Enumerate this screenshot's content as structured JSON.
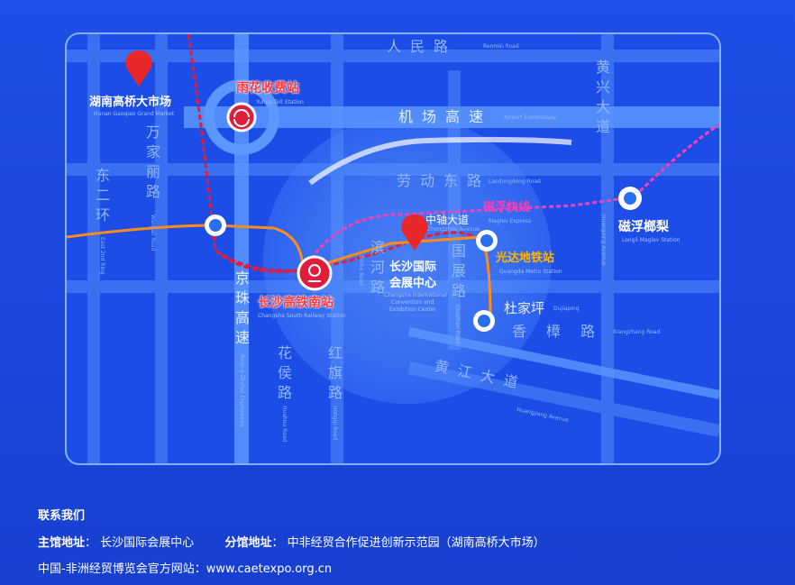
{
  "map": {
    "roads": {
      "renmin": {
        "cn": "人民路",
        "en": "Renmin Road"
      },
      "airport": {
        "cn": "机场高速",
        "en": "Airport Expressway"
      },
      "laodong": {
        "cn": "劳动东路",
        "en": "Laodongdong Road"
      },
      "wanjiali": {
        "cn": "万家丽路",
        "en": "Wanjiali Road"
      },
      "east2": {
        "cn": "东二环",
        "en": "East 2nd Ring"
      },
      "zhongzhou": {
        "cn": "中轴大道",
        "en": "Zhongzhou Avenue"
      },
      "maglev_express": {
        "cn": "磁浮快线",
        "en": "Maglev Express"
      },
      "huangxing": {
        "cn": "黄兴大道",
        "en": "Huangxing Avenue"
      },
      "jingzhu": {
        "cn": "京珠高速",
        "en": "Beijing-Zhuhai Expressway"
      },
      "binhe": {
        "cn": "滨河路",
        "en": "Binhe Road"
      },
      "guozhan": {
        "cn": "国展路",
        "en": "Guozhan Road"
      },
      "dujiaping": {
        "cn": "杜家坪",
        "en": "Dujiaping"
      },
      "xiangzhang": {
        "cn": "香樟路",
        "en": "Xiangzhang Road"
      },
      "huahou": {
        "cn": "花侯路",
        "en": "Huahou Road"
      },
      "hongqi": {
        "cn": "红旗路",
        "en": "Hongqi Road"
      },
      "huangjiang": {
        "cn": "黄江大道",
        "en": "Huangjiang Avenue"
      }
    },
    "pois": {
      "gaoqiao": {
        "cn": "湖南高桥大市场",
        "en": "Hunan Gaoqiao Grand Market"
      },
      "yuhua_toll": {
        "cn": "雨花收费站",
        "en": "Yuhua Toll Station"
      },
      "south_station": {
        "cn": "长沙高铁南站",
        "en": "Changsha South Railway Station"
      },
      "expo_center_l1": {
        "cn": "长沙国际",
        "en": "Changsha International"
      },
      "expo_center_l2": {
        "cn": "会展中心",
        "en_l2": "Convention and",
        "en_l3": "Exhibition Center"
      },
      "guangda_metro": {
        "cn": "光达地铁站",
        "en": "Guangda Metro Station"
      },
      "longli_maglev": {
        "cn": "磁浮榔梨",
        "en": "Longli Maglev Station"
      }
    }
  },
  "footer": {
    "contact_title": "联系我们",
    "main_hall_label": "主馆地址",
    "main_hall_value": "长沙国际会展中心",
    "branch_label": "分馆地址",
    "branch_value": "中非经贸合作促进创新示范园（湖南高桥大市场）",
    "website_line": "中国-非洲经贸博览会官方网站：www.caetexpo.org.cn"
  },
  "colors": {
    "background": "#1a46dc",
    "road": "#3d75ff",
    "maglev": "#ff3cb4",
    "metro": "#ff8c1a",
    "rail": "#e01e3c",
    "accent_red": "#ff3b3b"
  }
}
